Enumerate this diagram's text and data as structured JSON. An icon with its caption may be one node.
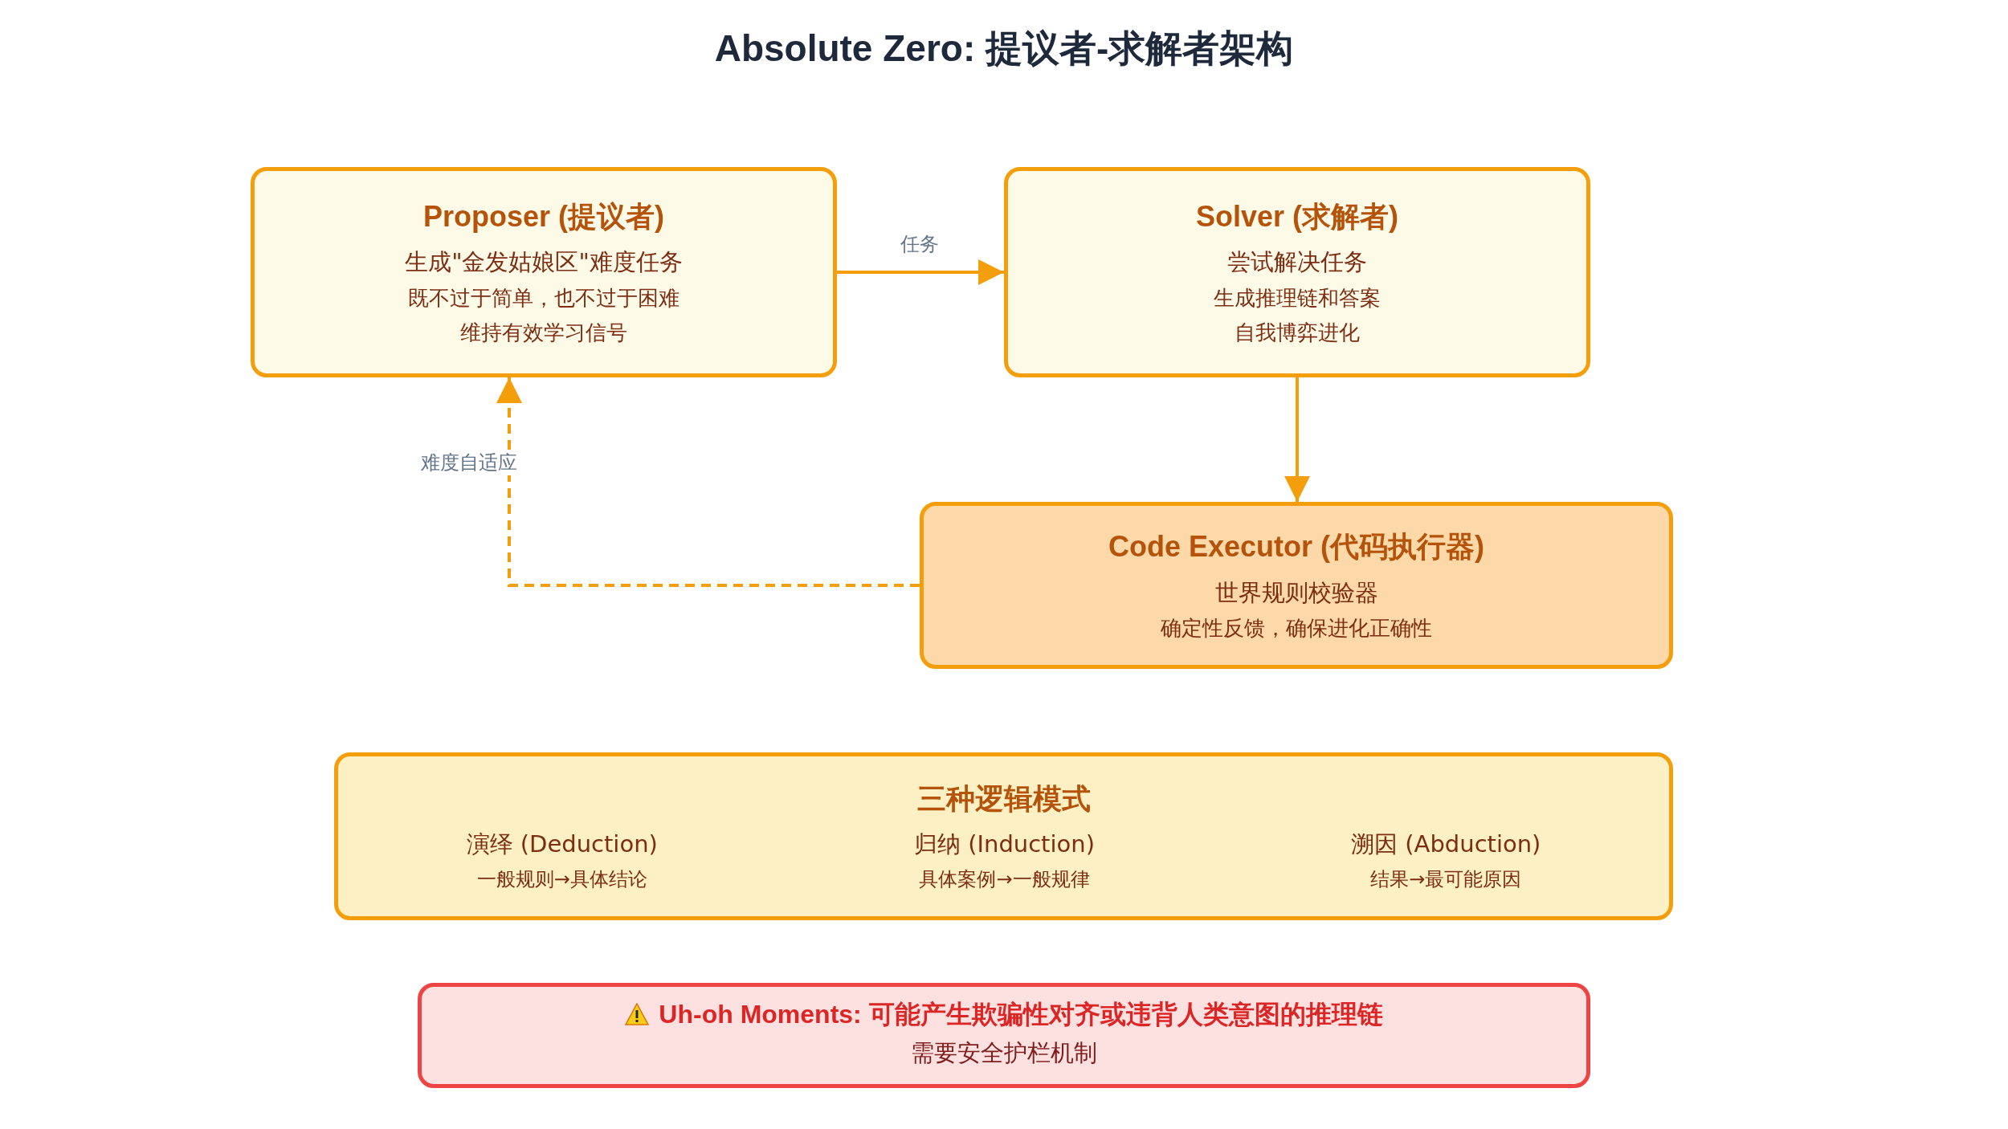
{
  "diagram": {
    "title": "Absolute Zero: 提议者-求解者架构",
    "nodes": [
      {
        "text": [
          "Proposer (提议者)",
          "生成\"金发姑娘区\"难度任务",
          "既不过于简单，也不过于困难",
          "维持有效学习信号"
        ]
      },
      {
        "text": [
          "Solver (求解者)",
          "尝试解决任务",
          "生成推理链和答案",
          "自我博弈进化"
        ]
      },
      {
        "text": [
          "Code Executor (代码执行器)",
          "世界规则校验器",
          "确定性反馈，确保进化正确性"
        ]
      },
      {
        "text": [
          "三种逻辑模式",
          "演绎 (Deduction)",
          "一般规则→具体结论",
          "归纳 (Induction)",
          "具体案例→一般规律",
          "溯因 (Abduction)",
          "结果→最可能原因"
        ]
      },
      {
        "text": [
          "Uh-oh Moments: 可能产生欺骗性对齐或违背人类意图的推理链",
          "需要安全护栏机制"
        ]
      }
    ],
    "edges": [
      {
        "from": 0,
        "to": 1,
        "arrow": "to",
        "label": "任务"
      },
      {
        "from": 1,
        "to": 2,
        "arrow": "to"
      },
      {
        "from": 2,
        "to": 0,
        "arrow": "to",
        "label": "难度自适应",
        "style": "dashed"
      }
    ]
  }
}
